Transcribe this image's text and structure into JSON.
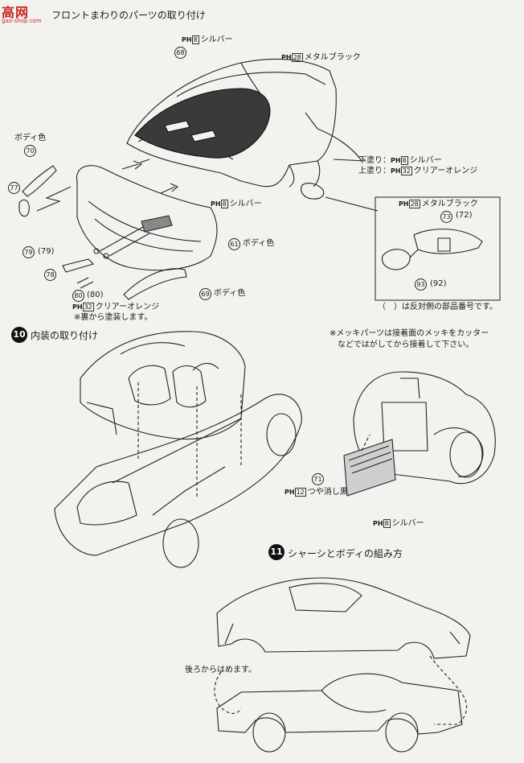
{
  "logo": {
    "brand": "高网",
    "url": "gao-shop.com"
  },
  "section9": {
    "title": "フロントまわりのパーツの取り付け",
    "labels": {
      "silver_top": "シルバー",
      "metal_black_top": "メタルブラック",
      "body_color_70": "ボディ色",
      "under_coat": "下塗り：",
      "under_coat_color": "シルバー",
      "top_coat": "上塗り：",
      "top_coat_color": "クリアーオレンジ",
      "silver_mid": "シルバー",
      "body_color_61": "ボディ色",
      "body_color_69": "ボディ色",
      "clear_orange_bottom": "クリアーオレンジ",
      "paint_back": "※裏から塗装します。",
      "metal_black_inset": "メタルブラック",
      "mirror_note": "（　）は反対側の部品番号です。"
    },
    "paint_codes": {
      "ph": "PH",
      "c8": "8",
      "c28": "28",
      "c32": "32",
      "c12": "12"
    },
    "parts": {
      "p68": "68",
      "p70": "70",
      "p77": "77",
      "p79": "79",
      "p79b": "(79)",
      "p78": "78",
      "p80": "80",
      "p80b": "(80)",
      "p61": "61",
      "p69": "69",
      "p73": "73",
      "p72": "(72)",
      "p93": "93",
      "p92": "(92)"
    }
  },
  "section10": {
    "step": "10",
    "title": "内装の取り付け",
    "plating_note_1": "※メッキパーツは接着面のメッキをカッター",
    "plating_note_2": "などではがしてから接着して下さい。",
    "part71": "71",
    "matte_black": "つや消し黒",
    "silver": "シルバー"
  },
  "section11": {
    "step": "11",
    "title": "シャーシとボディの組み方",
    "instruction": "後ろからはめます。"
  }
}
